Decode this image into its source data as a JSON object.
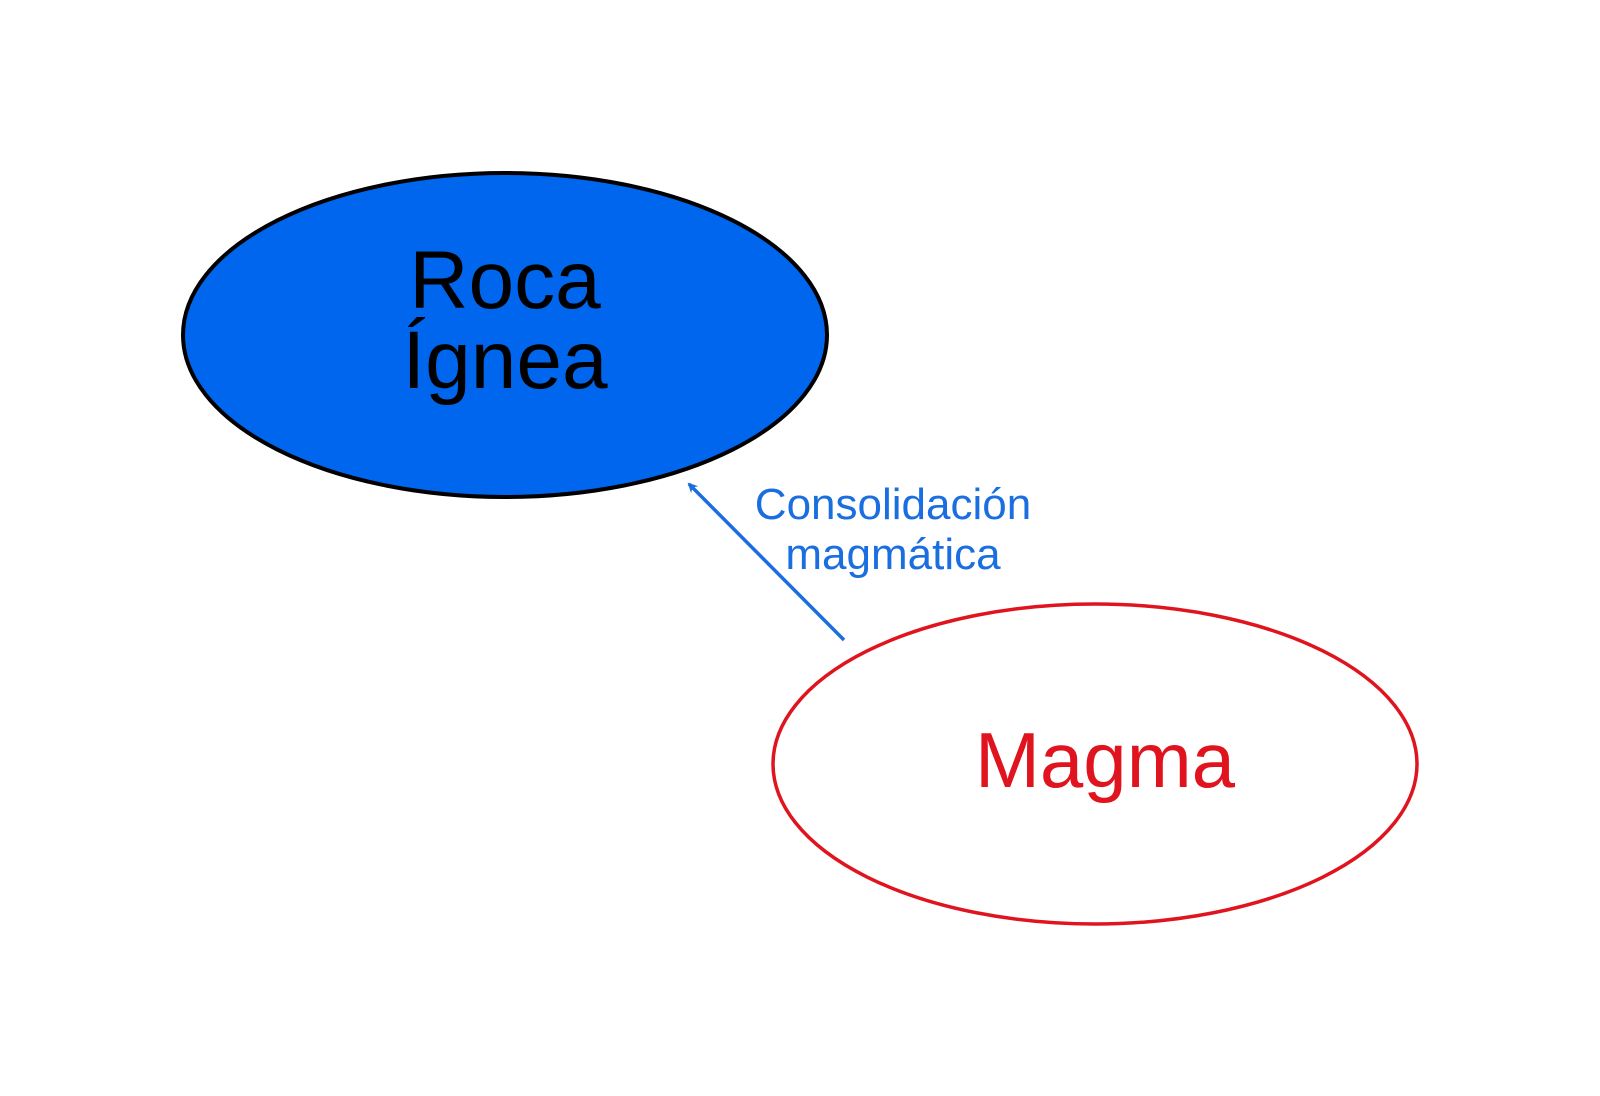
{
  "nodes": {
    "igneous_rock": {
      "label_line1": "Roca",
      "label_line2": "Ígnea",
      "fill_color": "#0066ee",
      "stroke_color": "#000000",
      "text_color": "#000000"
    },
    "magma": {
      "label": "Magma",
      "fill_color": "#ffffff",
      "stroke_color": "#e0141e",
      "text_color": "#e0141e"
    }
  },
  "edges": {
    "consolidation": {
      "label_line1": "Consolidación",
      "label_line2": "magmática",
      "color": "#1a6ee0",
      "from": "magma",
      "to": "igneous_rock"
    }
  }
}
